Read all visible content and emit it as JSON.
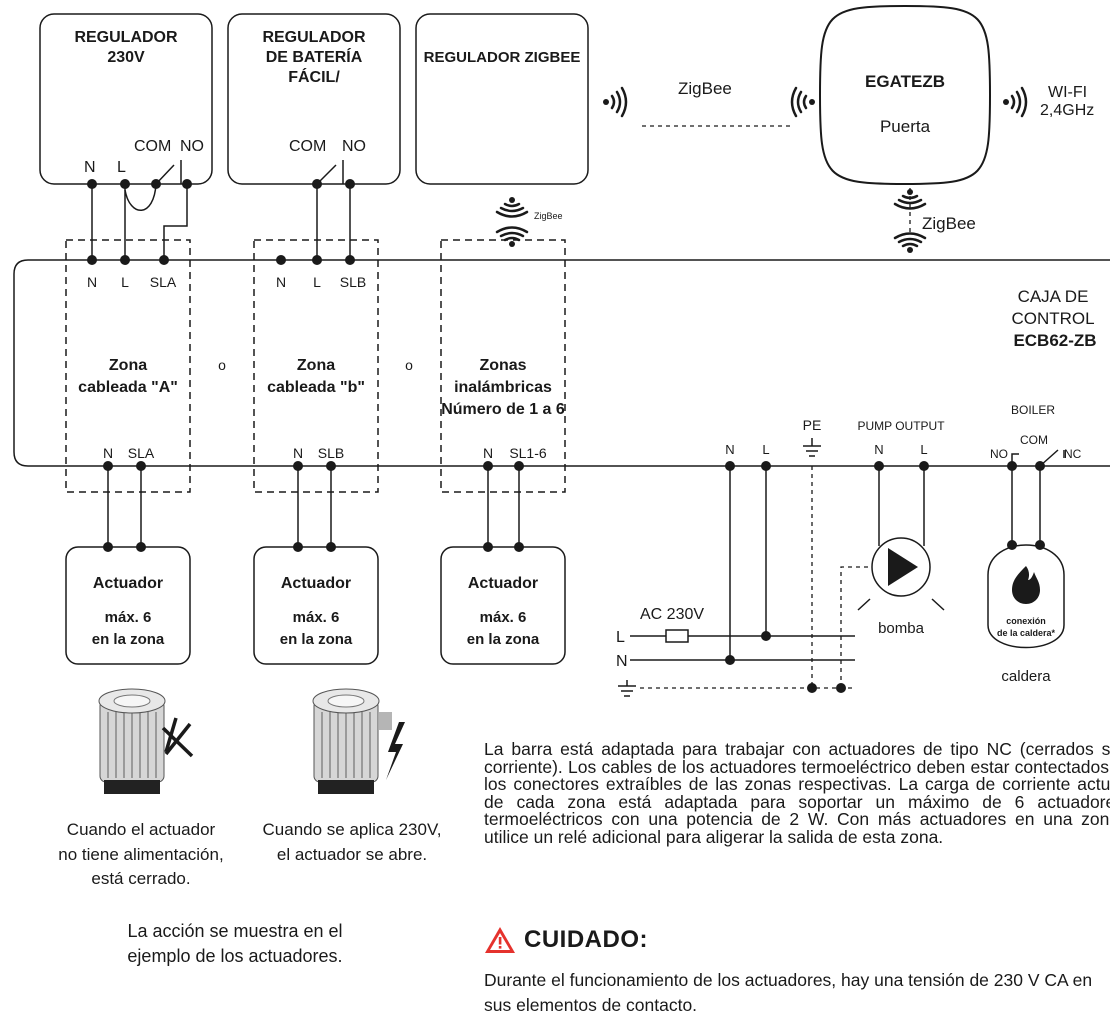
{
  "regulators": {
    "r230_line1": "REGULADOR",
    "r230_line2": "230V",
    "battery_line1": "REGULADOR",
    "battery_line2": "DE BATERÍA",
    "battery_line3": "FÁCIL/",
    "zigbee_reg": "REGULADOR ZIGBEE"
  },
  "terminals": {
    "N": "N",
    "L": "L",
    "COM": "COM",
    "NO": "NO",
    "NC": "NC",
    "SLA": "SLA",
    "SLB": "SLB",
    "SL16": "SL1-6",
    "PE": "PE"
  },
  "wireless": {
    "zigbee": "ZigBee",
    "zigbee_small": "ZigBee",
    "gateway_title": "EGATEZB",
    "gateway_sub": "Puerta",
    "wifi_line1": "WI-FI",
    "wifi_line2": "2,4GHz"
  },
  "control_box": {
    "line1": "CAJA DE",
    "line2": "CONTROL",
    "line3": "ECB62-ZB"
  },
  "zones": {
    "a_line1": "Zona",
    "a_line2": "cableada \"A\"",
    "b_line1": "Zona",
    "b_line2": "cableada \"b\"",
    "w_line1": "Zonas",
    "w_line2": "inalámbricas",
    "w_line3": "Número de 1 a 6",
    "or": "o"
  },
  "outputs": {
    "pump_output": "PUMP OUTPUT",
    "boiler": "BOILER",
    "ac": "AC 230V",
    "bomba": "bomba",
    "caldera": "caldera",
    "boiler_conn_1": "conexión",
    "boiler_conn_2": "de la caldera*"
  },
  "actuators": {
    "line1": "Actuador",
    "line2": "máx. 6",
    "line3": "en la zona"
  },
  "captions": {
    "closed": "Cuando el actuador no tiene alimentación, está cerrado.",
    "open": "Cuando se aplica 230V, el actuador se abre.",
    "example": "La acción se muestra en el ejemplo de los actuadores."
  },
  "description": "La barra está adaptada para trabajar con actuadores de tipo NC (cerrados sin corriente). Los cables de los actuadores termoeléctrico deben estar contectados a los conectores extraíbles de las zonas respectivas. La carga de corriente actual de cada zona está adaptada para soportar un máximo de 6 actuadores termoeléctricos con una potencia de 2 W. Con más actuadores en una zona, utilice un relé adicional para aligerar la salida de esta zona.",
  "caution": {
    "title": "CUIDADO:",
    "body": "Durante el funcionamiento de los actuadores, hay una tensión de 230 V CA en sus elementos de contacto."
  },
  "colors": {
    "line": "#1a1a1a",
    "warning": "#e5322d"
  }
}
